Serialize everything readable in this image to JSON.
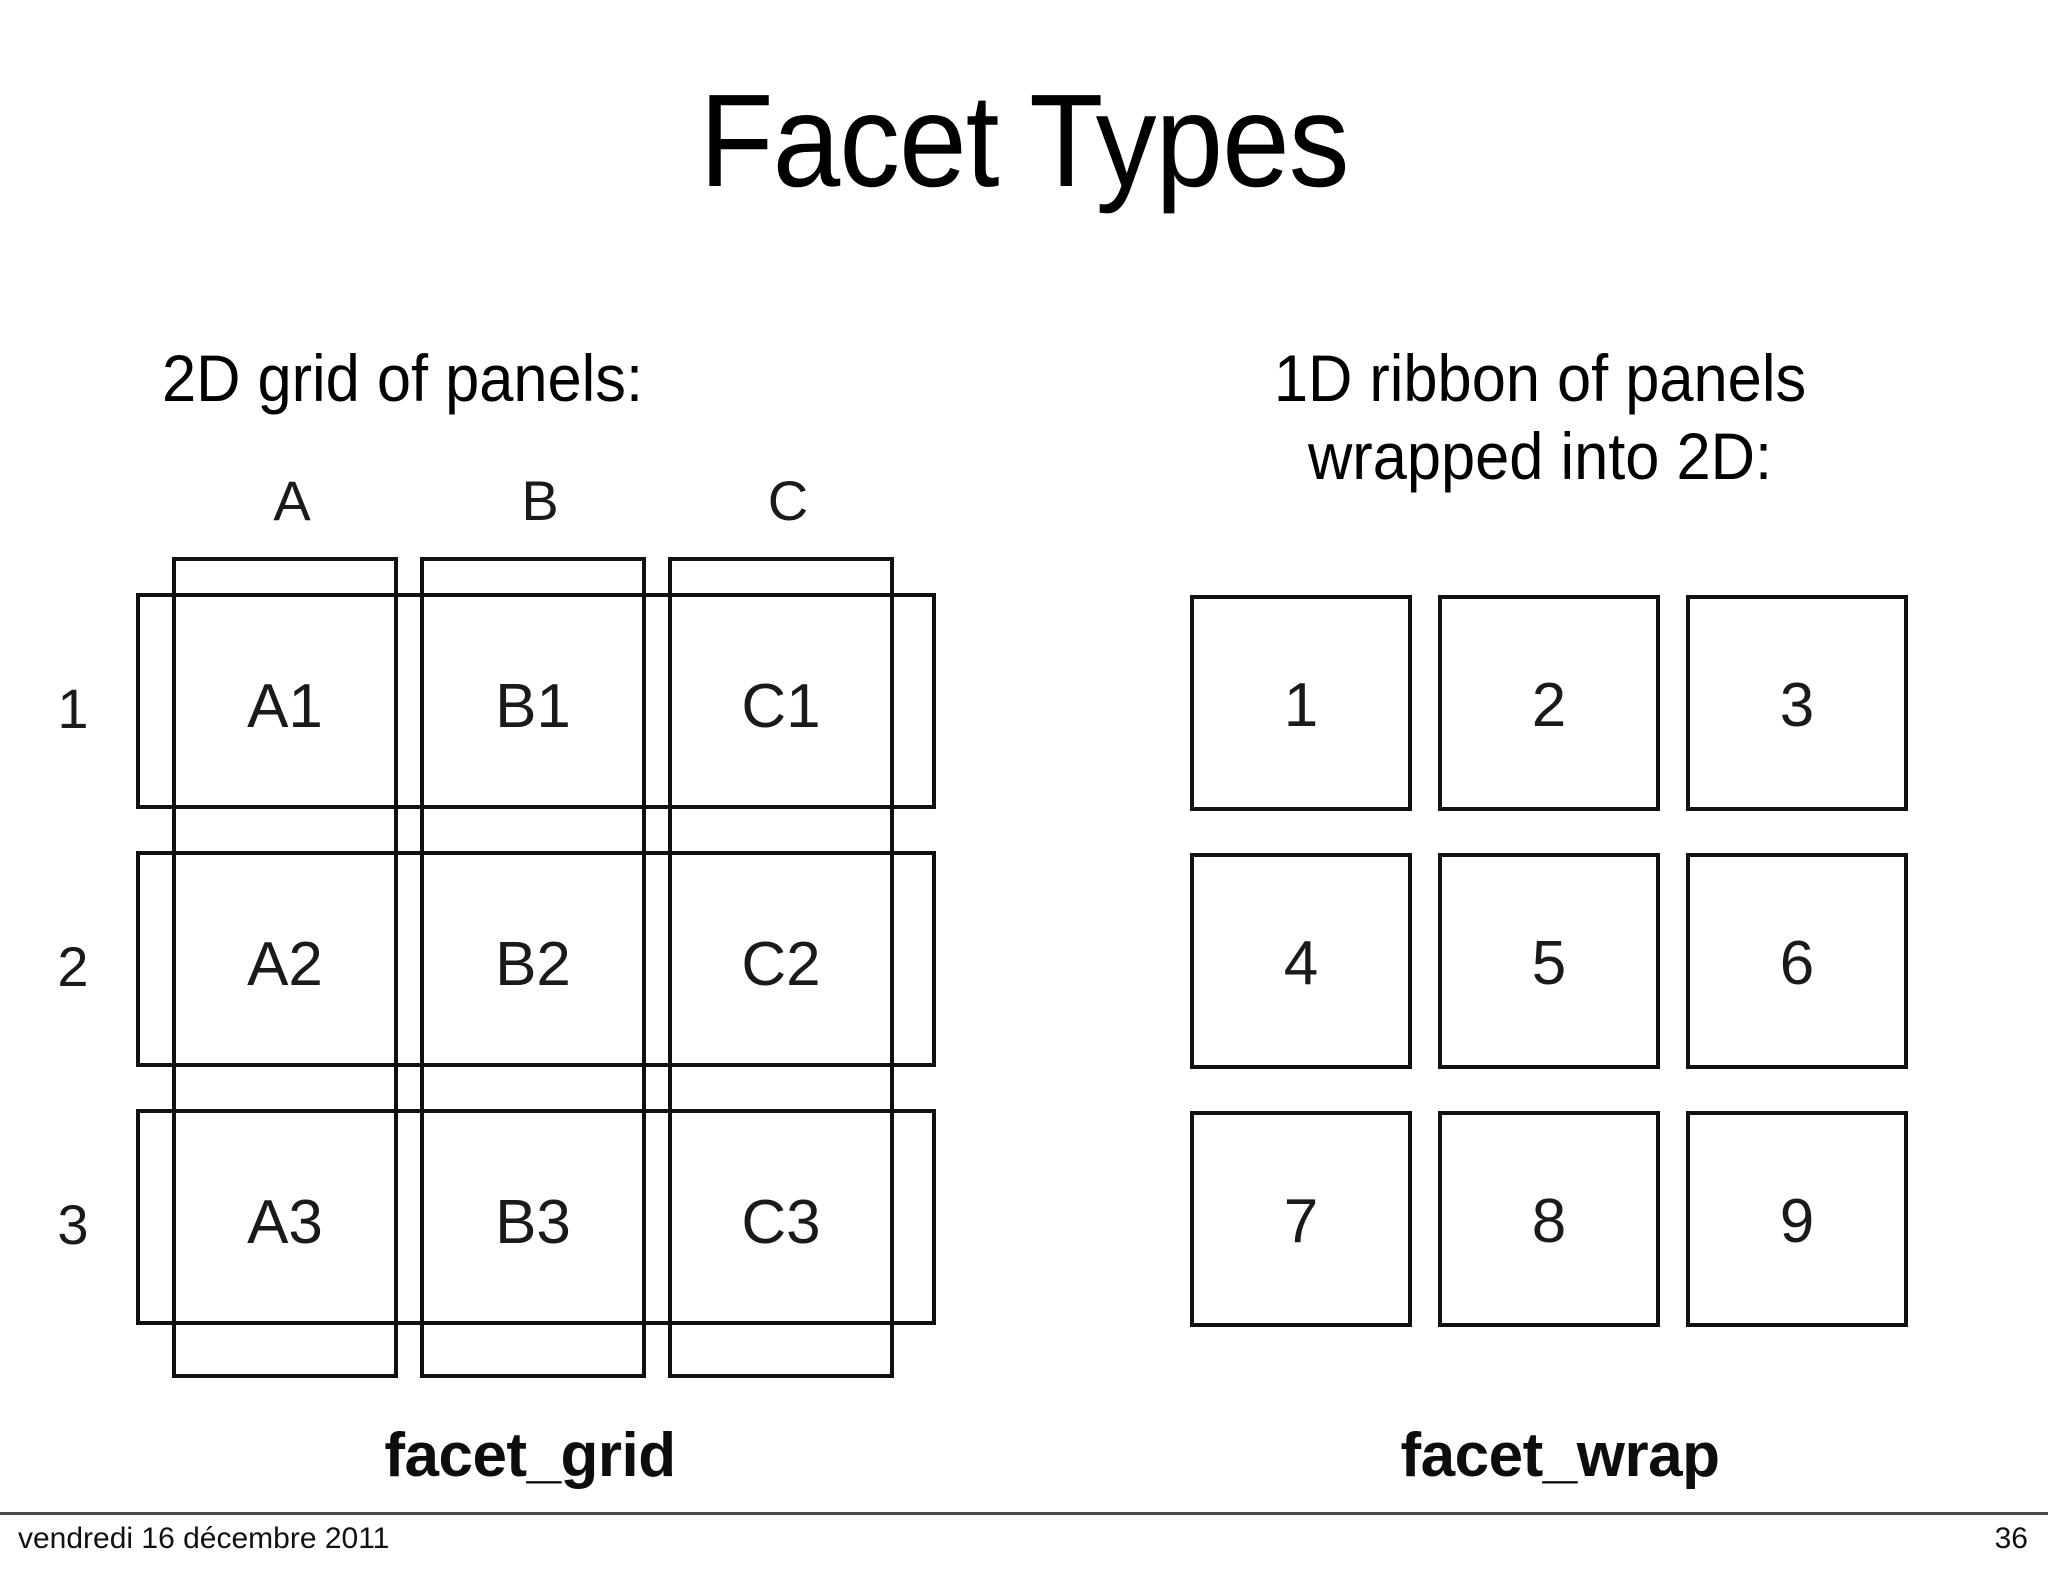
{
  "slide": {
    "title": "Facet Types",
    "page_number": "36",
    "date": "vendredi 16 décembre 2011"
  },
  "left": {
    "heading": "2D grid of panels:",
    "caption": "facet_grid",
    "column_headers": [
      "A",
      "B",
      "C"
    ],
    "row_headers": [
      "1",
      "2",
      "3"
    ],
    "cells": [
      [
        "A1",
        "B1",
        "C1"
      ],
      [
        "A2",
        "B2",
        "C2"
      ],
      [
        "A3",
        "B3",
        "C3"
      ]
    ]
  },
  "right": {
    "heading_line1": "1D ribbon of panels",
    "heading_line2": "wrapped into 2D:",
    "caption": "facet_wrap",
    "panels": [
      [
        "1",
        "2",
        "3"
      ],
      [
        "4",
        "5",
        "6"
      ],
      [
        "7",
        "8",
        "9"
      ]
    ]
  },
  "colors": {
    "ink": "#111111",
    "background": "#ffffff",
    "footer_rule": "#4a4a4a"
  }
}
